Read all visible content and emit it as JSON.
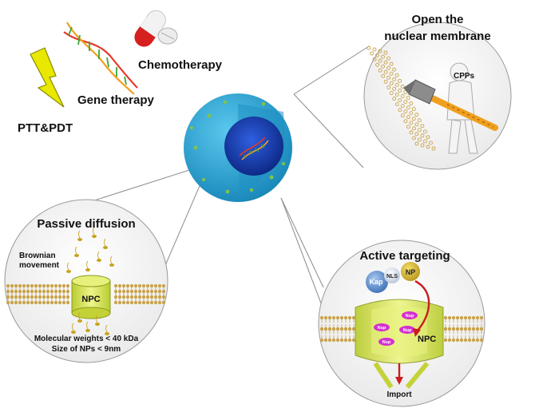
{
  "therapies": {
    "ptt_pdt": "PTT&PDT",
    "gene": "Gene therapy",
    "chemo": "Chemotherapy"
  },
  "open_membrane": {
    "title_line1": "Open the",
    "title_line2": "nuclear membrane",
    "cpps": "CPPs"
  },
  "passive": {
    "title": "Passive diffusion",
    "brownian_line1": "Brownian",
    "brownian_line2": "movement",
    "npc": "NPC",
    "mw": "Molecular weights < 40 kDa",
    "size": "Size of NPs < 9nm"
  },
  "active": {
    "title": "Active targeting",
    "kap": "Kap",
    "nls": "NLS",
    "np": "NP",
    "nup": "Nup",
    "npc": "NPC",
    "import": "Import"
  },
  "colors": {
    "cell": "#2aa7d6",
    "nucleus": "#1a3fb0",
    "lightning": "#e6e600",
    "membrane": "#c9a24a",
    "npc": "#cfe04a",
    "nup": "#d32fd0",
    "pill_red": "#d62020",
    "hammer": "#f0a020"
  }
}
